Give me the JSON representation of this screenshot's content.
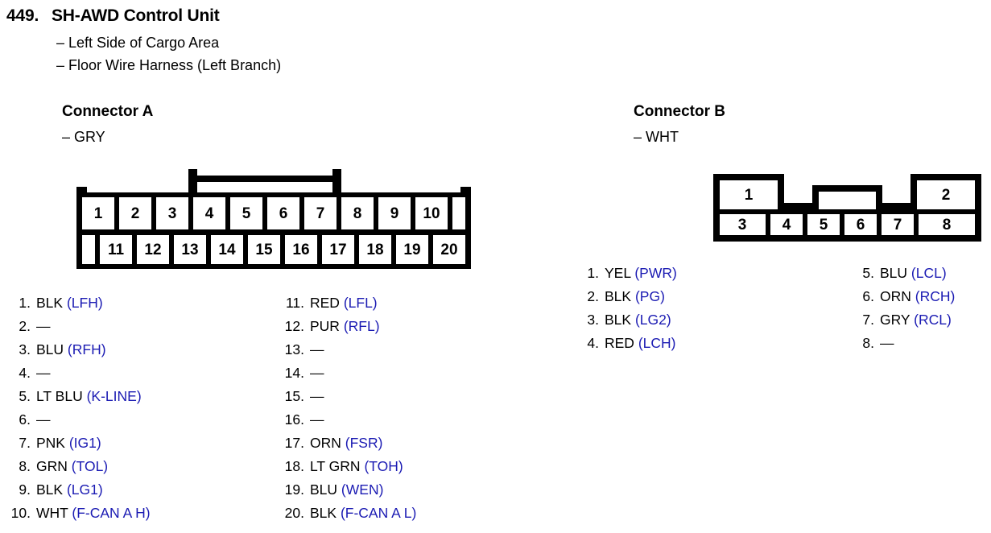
{
  "header": {
    "number": "449.",
    "title": "SH-AWD Control Unit",
    "location": "– Left Side of Cargo Area",
    "harness": "– Floor Wire Harness (Left Branch)"
  },
  "colors": {
    "signal_blue": "#1b1bb3",
    "text_black": "#000000",
    "background": "#ffffff"
  },
  "connector_a": {
    "title": "Connector A",
    "housing_color": "– GRY",
    "pin_count": 20,
    "diagram": {
      "top_row": [
        "1",
        "2",
        "3",
        "4",
        "5",
        "6",
        "7",
        "8",
        "9",
        "10"
      ],
      "bottom_row": [
        "11",
        "12",
        "13",
        "14",
        "15",
        "16",
        "17",
        "18",
        "19",
        "20"
      ]
    },
    "pins_left": [
      {
        "no": "1.",
        "wire": "BLK",
        "signal": "(LFH)"
      },
      {
        "no": "2.",
        "wire": "—",
        "signal": ""
      },
      {
        "no": "3.",
        "wire": "BLU",
        "signal": "(RFH)"
      },
      {
        "no": "4.",
        "wire": "—",
        "signal": ""
      },
      {
        "no": "5.",
        "wire": "LT BLU",
        "signal": "(K-LINE)"
      },
      {
        "no": "6.",
        "wire": "—",
        "signal": ""
      },
      {
        "no": "7.",
        "wire": "PNK",
        "signal": "(IG1)"
      },
      {
        "no": "8.",
        "wire": "GRN",
        "signal": "(TOL)"
      },
      {
        "no": "9.",
        "wire": "BLK",
        "signal": "(LG1)"
      },
      {
        "no": "10.",
        "wire": "WHT",
        "signal": "(F-CAN A H)"
      }
    ],
    "pins_right": [
      {
        "no": "11.",
        "wire": "RED",
        "signal": "(LFL)"
      },
      {
        "no": "12.",
        "wire": "PUR",
        "signal": "(RFL)"
      },
      {
        "no": "13.",
        "wire": "—",
        "signal": ""
      },
      {
        "no": "14.",
        "wire": "—",
        "signal": ""
      },
      {
        "no": "15.",
        "wire": "—",
        "signal": ""
      },
      {
        "no": "16.",
        "wire": "—",
        "signal": ""
      },
      {
        "no": "17.",
        "wire": "ORN",
        "signal": "(FSR)"
      },
      {
        "no": "18.",
        "wire": "LT GRN",
        "signal": "(TOH)"
      },
      {
        "no": "19.",
        "wire": "BLU",
        "signal": "(WEN)"
      },
      {
        "no": "20.",
        "wire": "BLK",
        "signal": "(F-CAN A L)"
      }
    ]
  },
  "connector_b": {
    "title": "Connector B",
    "housing_color": "– WHT",
    "pin_count": 8,
    "diagram": {
      "top_row": [
        "1",
        "2"
      ],
      "bottom_row": [
        "3",
        "4",
        "5",
        "6",
        "7",
        "8"
      ]
    },
    "pins_left": [
      {
        "no": "1.",
        "wire": "YEL",
        "signal": "(PWR)"
      },
      {
        "no": "2.",
        "wire": "BLK",
        "signal": "(PG)"
      },
      {
        "no": "3.",
        "wire": "BLK",
        "signal": "(LG2)"
      },
      {
        "no": "4.",
        "wire": "RED",
        "signal": "(LCH)"
      }
    ],
    "pins_right": [
      {
        "no": "5.",
        "wire": "BLU",
        "signal": "(LCL)"
      },
      {
        "no": "6.",
        "wire": "ORN",
        "signal": "(RCH)"
      },
      {
        "no": "7.",
        "wire": "GRY",
        "signal": "(RCL)"
      },
      {
        "no": "8.",
        "wire": "—",
        "signal": ""
      }
    ]
  }
}
